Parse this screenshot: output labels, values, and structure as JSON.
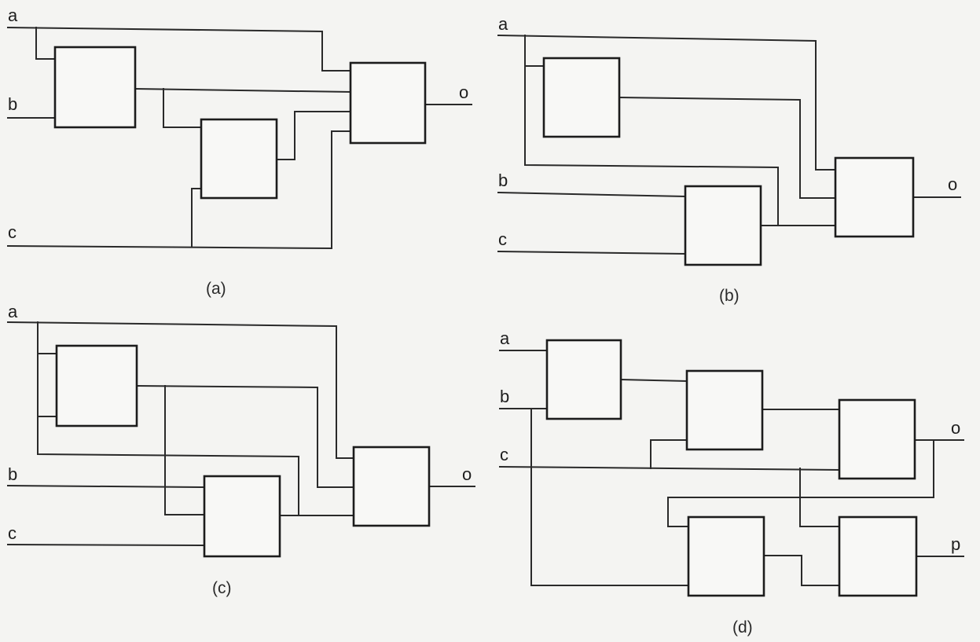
{
  "diagram_a": {
    "caption": "(a)",
    "inputs": {
      "a": "a",
      "b": "b",
      "c": "c"
    },
    "outputs": {
      "o": "o"
    }
  },
  "diagram_b": {
    "caption": "(b)",
    "inputs": {
      "a": "a",
      "b": "b",
      "c": "c"
    },
    "outputs": {
      "o": "o"
    }
  },
  "diagram_c": {
    "caption": "(c)",
    "inputs": {
      "a": "a",
      "b": "b",
      "c": "c"
    },
    "outputs": {
      "o": "o"
    }
  },
  "diagram_d": {
    "caption": "(d)",
    "inputs": {
      "a": "a",
      "b": "b",
      "c": "c"
    },
    "outputs": {
      "o": "o",
      "p": "p"
    }
  }
}
